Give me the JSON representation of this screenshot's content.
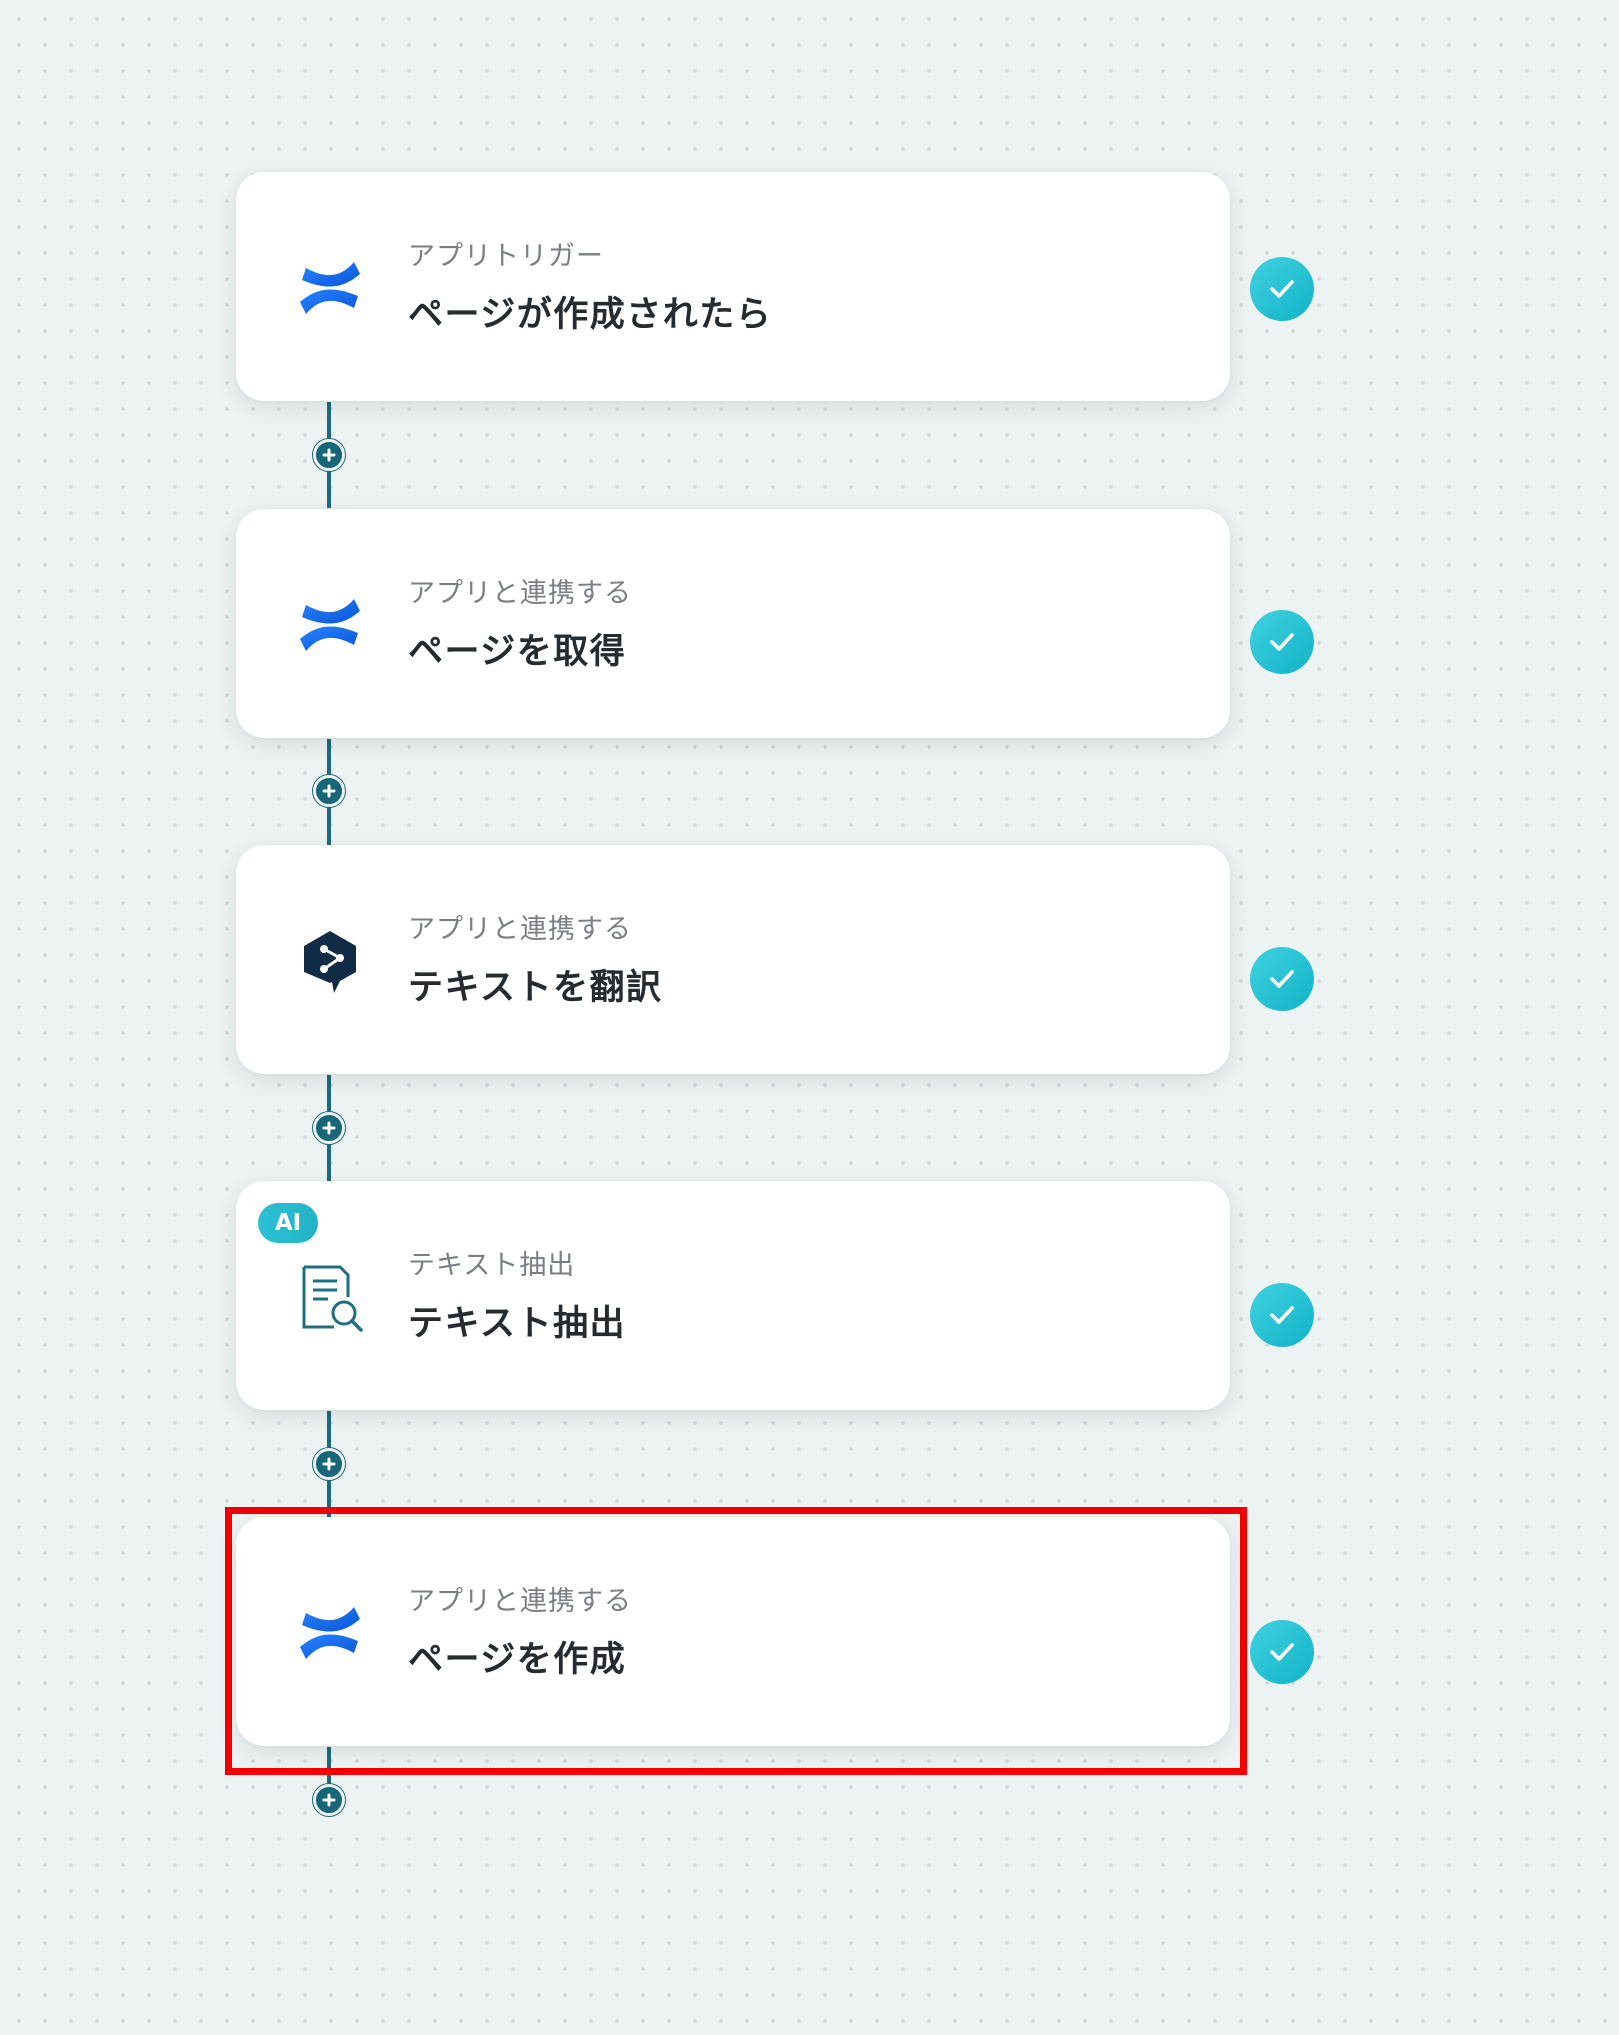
{
  "workflow": {
    "steps": [
      {
        "app_icon": "confluence-icon",
        "subtitle": "アプリトリガー",
        "title": "ページが作成されたら",
        "status": "completed",
        "ai_badge": ""
      },
      {
        "app_icon": "confluence-icon",
        "subtitle": "アプリと連携する",
        "title": "ページを取得",
        "status": "completed",
        "ai_badge": ""
      },
      {
        "app_icon": "deepl-icon",
        "subtitle": "アプリと連携する",
        "title": "テキストを翻訳",
        "status": "completed",
        "ai_badge": ""
      },
      {
        "app_icon": "document-search-icon",
        "subtitle": "テキスト抽出",
        "title": "テキスト抽出",
        "status": "completed",
        "ai_badge": "AI"
      },
      {
        "app_icon": "confluence-icon",
        "subtitle": "アプリと連携する",
        "title": "ページを作成",
        "status": "completed",
        "ai_badge": "",
        "highlighted": true
      }
    ],
    "add_step_icon": "plus-icon",
    "status_icon": "checkmark-icon"
  },
  "colors": {
    "canvas_background": "#edf2f2",
    "connector": "#17677b",
    "status_success": "#1fbfd2",
    "confluence_blue": "#1868f3",
    "deepl_navy": "#0f2b46",
    "highlight": "#f00000"
  }
}
